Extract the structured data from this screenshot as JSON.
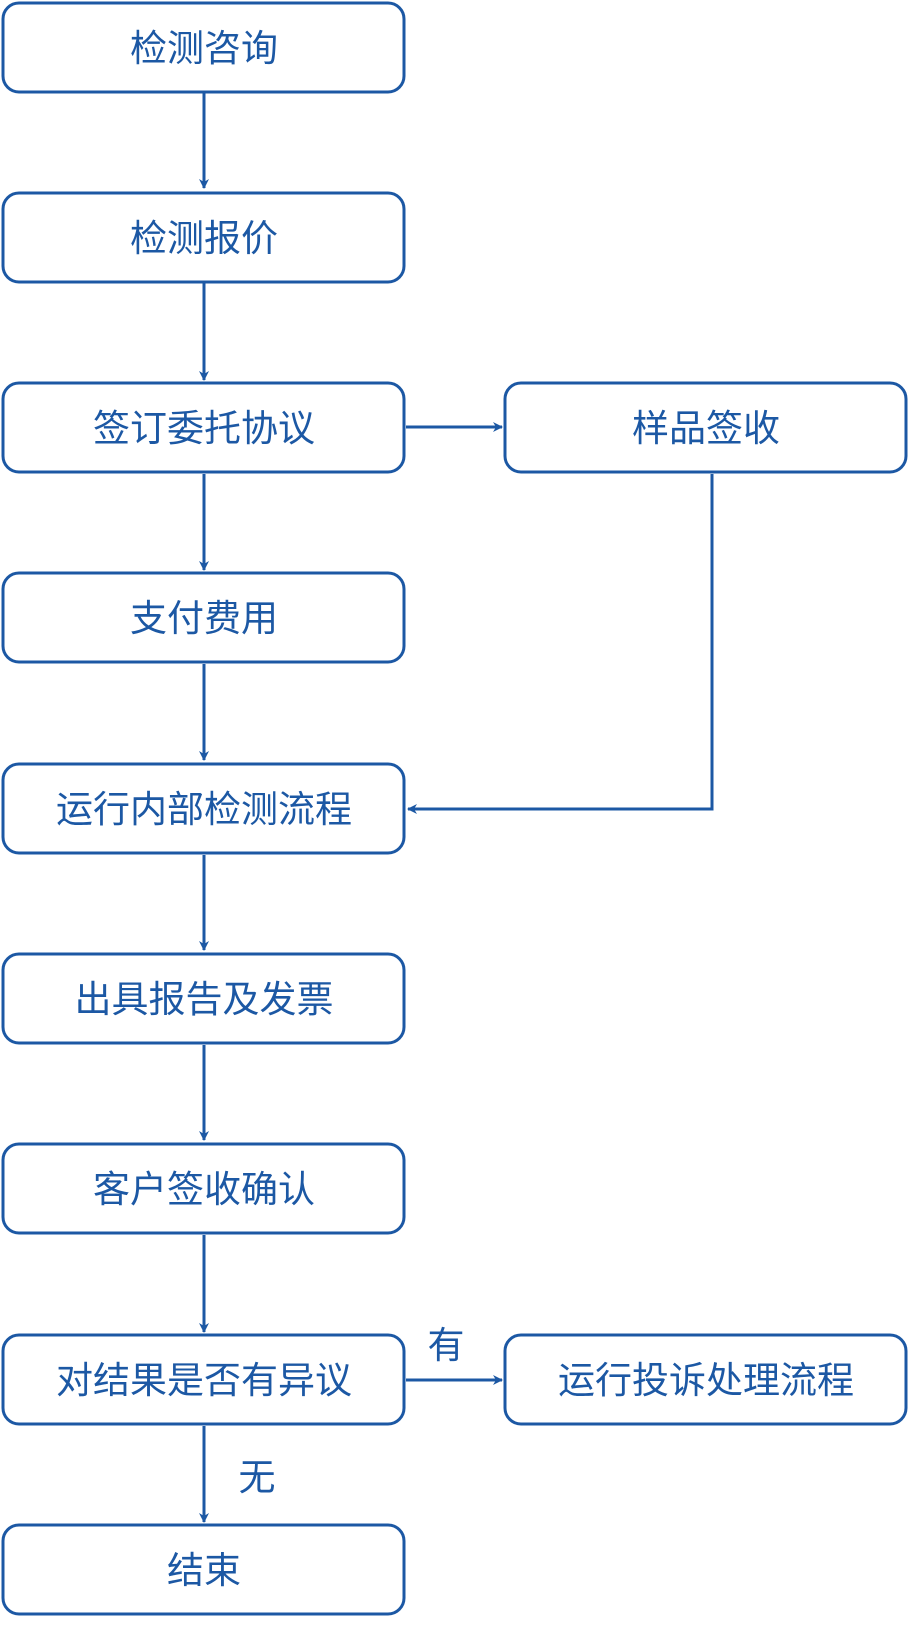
{
  "nodes": {
    "consult": "检测咨询",
    "quote": "检测报价",
    "agreement": "签订委托协议",
    "sample_receipt": "样品签收",
    "payment": "支付费用",
    "internal_process": "运行内部检测流程",
    "report_invoice": "出具报告及发票",
    "customer_confirm": "客户签收确认",
    "objection_check": "对结果是否有异议",
    "complaint_process": "运行投诉处理流程",
    "end": "结束"
  },
  "edge_labels": {
    "yes": "有",
    "no": "无"
  },
  "colors": {
    "stroke": "#1c58a4",
    "text": "#1c58a4",
    "background": "#ffffff"
  }
}
